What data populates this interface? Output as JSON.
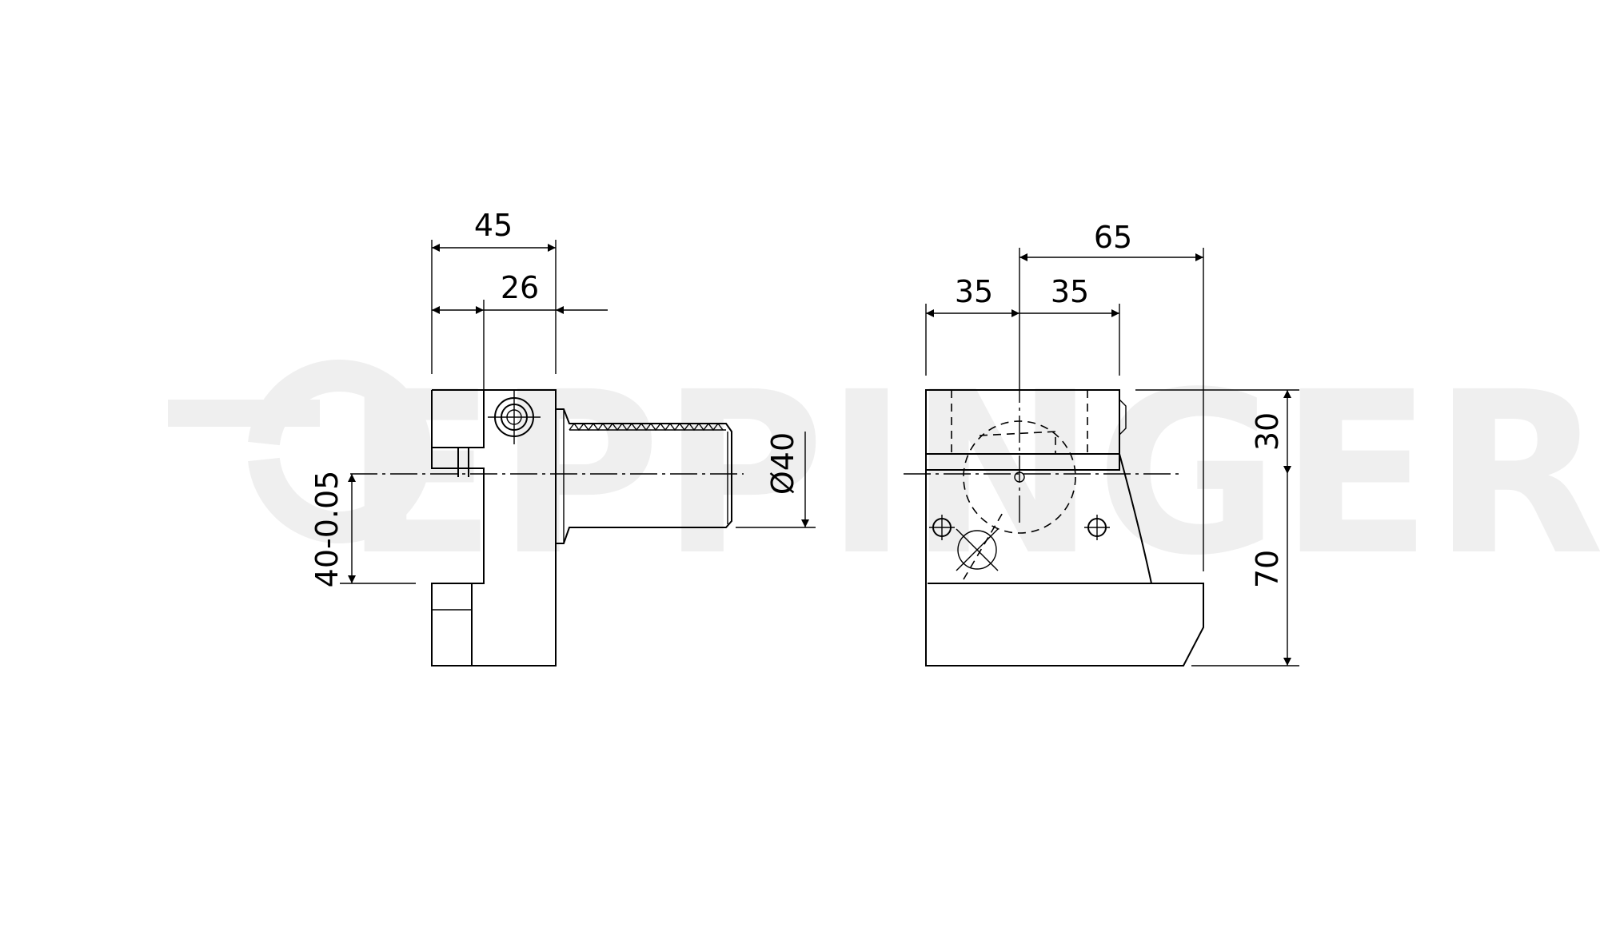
{
  "watermark": {
    "brand": "EPPINGER"
  },
  "side_view": {
    "dims": {
      "width_total": "45",
      "width_partial": "26",
      "height_tol": "40-0.05",
      "diameter": "Ø40"
    }
  },
  "front_view": {
    "dims": {
      "width_total": "65",
      "left_offset": "35",
      "right_offset": "35",
      "height_top": "30",
      "height_bottom": "70"
    }
  }
}
